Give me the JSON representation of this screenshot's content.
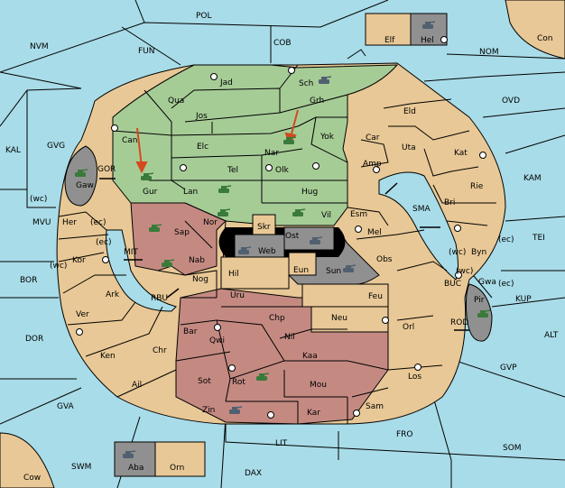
{
  "colors": {
    "sea": "#a8dce8",
    "tan": "#e8c896",
    "green": "#a6cc96",
    "red": "#c48a82",
    "gray": "#909090",
    "arrow": "#d24a1e"
  },
  "sea_labels": {
    "POL": "POL",
    "NVM": "NVM",
    "FUN": "FUN",
    "COB": "COB",
    "NOM": "NOM",
    "OVD": "OVD",
    "KAL": "KAL",
    "GVG": "GVG",
    "GOR": "GOR",
    "MVU": "MVU",
    "BOR": "BOR",
    "MIT": "MIT",
    "RBU": "RBU",
    "DOR": "DOR",
    "GVA": "GVA",
    "SWM": "SWM",
    "DAX": "DAX",
    "LIT": "LIT",
    "FRO": "FRO",
    "SOM": "SOM",
    "GVP": "GVP",
    "ALT": "ALT",
    "KUP": "KUP",
    "TEI": "TEI",
    "KAM": "KAM",
    "SMA": "SMA",
    "BUC": "BUC",
    "ROD": "ROD"
  },
  "land_labels": {
    "Con": "Con",
    "Elf": "Elf",
    "Hel": "Hel",
    "Jad": "Jad",
    "Sch": "Sch",
    "Qua": "Qua",
    "Jos": "Jos",
    "Grh": "Grh",
    "Can": "Can",
    "Elc": "Elc",
    "Nar": "Nar",
    "Yok": "Yok",
    "Car": "Car",
    "Eld": "Eld",
    "Uta": "Uta",
    "Kat": "Kat",
    "Gaw": "Gaw",
    "Gur": "Gur",
    "Tel": "Tel",
    "Olk": "Olk",
    "Amp": "Amp",
    "Lan": "Lan",
    "Hug": "Hug",
    "Rie": "Rie",
    "Bri": "Bri",
    "Her": "Her",
    "Sap": "Sap",
    "Nor": "Nor",
    "Skr": "Skr",
    "Vil": "Vil",
    "Esm": "Esm",
    "Ost": "Ost",
    "Web": "Web",
    "Mel": "Mel",
    "Byn": "Byn",
    "Kor": "Kor",
    "Nab": "Nab",
    "Eun": "Eun",
    "Sun": "Sun",
    "Obs": "Obs",
    "Gwa": "Gwa",
    "Hil": "Hil",
    "Nog": "Nog",
    "Ark": "Ark",
    "Uru": "Uru",
    "Feu": "Feu",
    "Pir": "Pir",
    "Ver": "Ver",
    "Chp": "Chp",
    "Neu": "Neu",
    "Bar": "Bar",
    "Qwi": "Qwi",
    "Orl": "Orl",
    "Nil": "Nil",
    "Ken": "Ken",
    "Chr": "Chr",
    "Kaa": "Kaa",
    "Rot": "Rot",
    "Ail": "Ail",
    "Sot": "Sot",
    "Mou": "Mou",
    "Los": "Los",
    "Zin": "Zin",
    "Kar": "Kar",
    "Sam": "Sam",
    "Aba": "Aba",
    "Orn": "Orn",
    "Cow": "Cow"
  },
  "coast_labels": {
    "wc": "(wc)",
    "ec": "(ec)"
  },
  "units": [
    {
      "province": "Sch",
      "type": "army",
      "owner": "gray"
    },
    {
      "province": "Hel",
      "type": "army",
      "owner": "gray"
    },
    {
      "province": "Nar",
      "type": "army",
      "owner": "green"
    },
    {
      "province": "Gaw",
      "type": "army",
      "owner": "green"
    },
    {
      "province": "Gur",
      "type": "army",
      "owner": "green"
    },
    {
      "province": "Lan",
      "type": "army",
      "owner": "green"
    },
    {
      "province": "Vil",
      "type": "army",
      "owner": "green"
    },
    {
      "province": "Nor",
      "type": "army",
      "owner": "green"
    },
    {
      "province": "Sap",
      "type": "army",
      "owner": "green"
    },
    {
      "province": "Nab",
      "type": "army",
      "owner": "green"
    },
    {
      "province": "Web",
      "type": "army",
      "owner": "gray"
    },
    {
      "province": "Ost",
      "type": "army",
      "owner": "gray"
    },
    {
      "province": "Sun",
      "type": "army",
      "owner": "gray"
    },
    {
      "province": "Pir",
      "type": "army",
      "owner": "green"
    },
    {
      "province": "Rot",
      "type": "army",
      "owner": "green"
    },
    {
      "province": "Zin",
      "type": "army",
      "owner": "gray"
    },
    {
      "province": "Aba",
      "type": "army",
      "owner": "gray"
    }
  ],
  "order_arrows": [
    {
      "from": "Can",
      "to": "Gur"
    },
    {
      "from": "Grh",
      "to": "Nar"
    }
  ]
}
